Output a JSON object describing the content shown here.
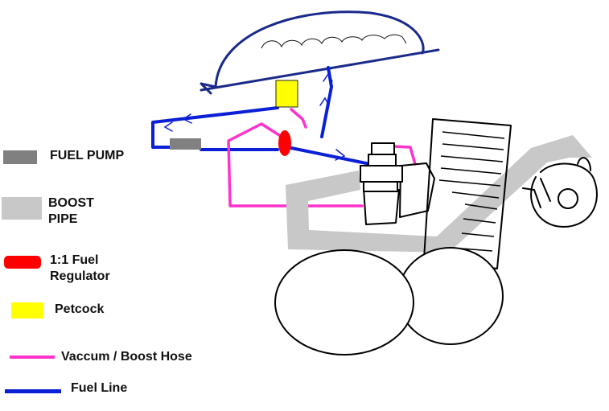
{
  "legend": {
    "fuel_pump": {
      "label": "FUEL PUMP",
      "color": "#808080"
    },
    "boost_pipe": {
      "label": "BOOST\nPIPE",
      "color": "#c8c8c8"
    },
    "fuel_regulator": {
      "label": "1:1 Fuel\nRegulator",
      "color": "#ff0000"
    },
    "petcock": {
      "label": "Petcock",
      "color": "#ffff00"
    },
    "vacuum_hose": {
      "label": "Vaccum / Boost Hose",
      "color": "#ff33cc"
    },
    "fuel_line": {
      "label": "Fuel Line",
      "color": "#0a1fd6"
    }
  },
  "colors": {
    "outline": "#000000",
    "tank": "#1a2a8a"
  }
}
